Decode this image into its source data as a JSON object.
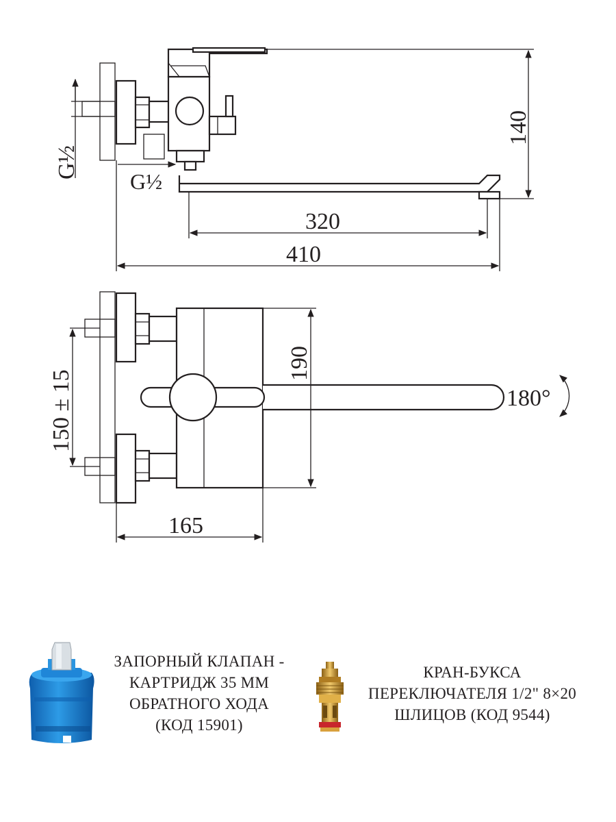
{
  "side_view": {
    "thread_inlet": "G½",
    "thread_outlet": "G½",
    "height": "140",
    "spout_length": "320",
    "total_length": "410"
  },
  "top_view": {
    "inlet_spacing": "150 ± 15",
    "body_length": "190",
    "wall_offset": "165",
    "swivel": "180°"
  },
  "parts": [
    {
      "name": "cartridge",
      "icon": "blue-ceramic-cartridge-icon",
      "lines": [
        "ЗАПОРНЫЙ КЛАПАН -",
        "КАРТРИДЖ 35 ММ",
        "ОБРАТНОГО ХОДА",
        "(КОД 15901)"
      ]
    },
    {
      "name": "valve-head",
      "icon": "brass-valve-head-icon",
      "lines": [
        "КРАН-БУКСА",
        "ПЕРЕКЛЮЧАТЕЛЯ 1/2\" 8×20",
        "ШЛИЦОВ (КОД 9544)"
      ]
    }
  ],
  "colors": {
    "ink": "#231f20",
    "cartridge_blue": "#1f86d8",
    "cartridge_stem": "#d9dfe4",
    "brass": "#c9962f",
    "red_seal": "#c8262c"
  }
}
